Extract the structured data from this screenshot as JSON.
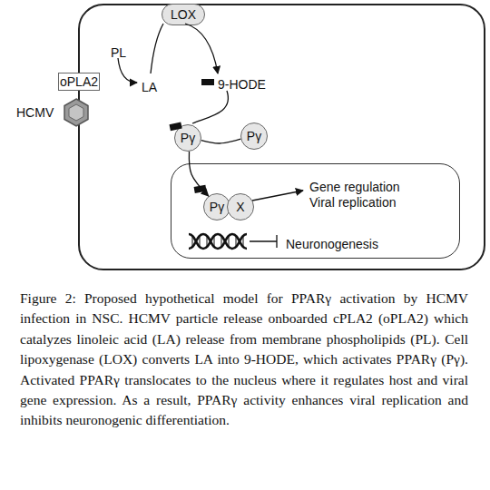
{
  "diagram": {
    "caption": "Figure 2: Proposed hypothetical model for PPARγ activation by HCMV infection in NSC. HCMV particle release onboarded cPLA2 (oPLA2) which catalyzes linoleic acid (LA) release from membrane phospholipids (PL). Cell lipoxygenase (LOX) converts LA into 9-HODE, which activates PPARγ (Pγ). Activated PPARγ translocates to the nucleus where it regulates host and viral gene expression. As a result, PPARγ activity enhances viral replication and inhibits neuronogenic differentiation.",
    "nodes": [
      {
        "text": [
          "PL",
          "LA",
          "9-HODE"
        ]
      },
      {
        "text": [
          "LOX"
        ],
        "in": 0
      },
      {
        "text": [
          "oPLA2"
        ],
        "in": 0
      },
      {
        "text": [
          "HCMV"
        ]
      },
      {
        "text": [
          "Pγ"
        ],
        "in": 0
      },
      {
        "text": [
          "Pγ"
        ],
        "in": 0
      },
      {
        "text": [
          "Gene regulation Viral replication",
          "Neuronogenesis"
        ],
        "in": 0
      },
      {
        "text": [
          "Pγ"
        ],
        "in": 6
      },
      {
        "text": [
          "X"
        ],
        "in": 6
      }
    ],
    "edges": [
      {
        "from": 5,
        "to": 4,
        "arrow": "none"
      },
      {
        "from": 4,
        "to": 7,
        "arrow": "to"
      }
    ]
  }
}
